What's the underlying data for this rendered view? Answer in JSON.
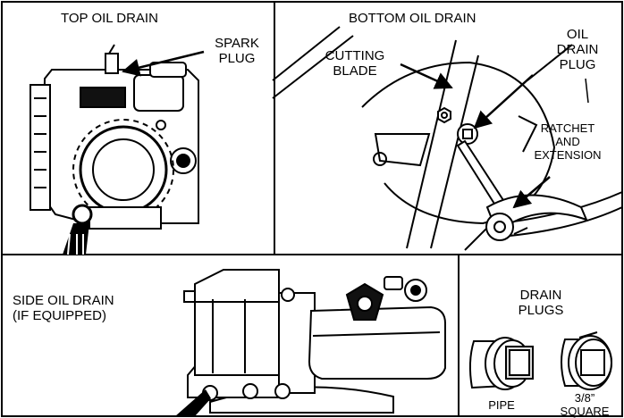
{
  "panels": {
    "top_oil_drain": {
      "title": "TOP OIL DRAIN",
      "spark_plug_lines": [
        "SPARK",
        "PLUG"
      ]
    },
    "bottom_oil_drain": {
      "title": "BOTTOM OIL DRAIN",
      "cutting_blade_lines": [
        "CUTTING",
        "BLADE"
      ],
      "oil_drain_plug_lines": [
        "OIL",
        "DRAIN",
        "PLUG"
      ],
      "ratchet_lines": [
        "RATCHET",
        "AND",
        "EXTENSION"
      ]
    },
    "side_oil_drain": {
      "title_lines": [
        "SIDE OIL DRAIN",
        "(IF EQUIPPED)"
      ]
    },
    "drain_plugs": {
      "title_lines": [
        "DRAIN",
        "PLUGS"
      ],
      "pipe_label": "PIPE",
      "square_label_lines": [
        "3/8”",
        "SQUARE"
      ]
    }
  }
}
